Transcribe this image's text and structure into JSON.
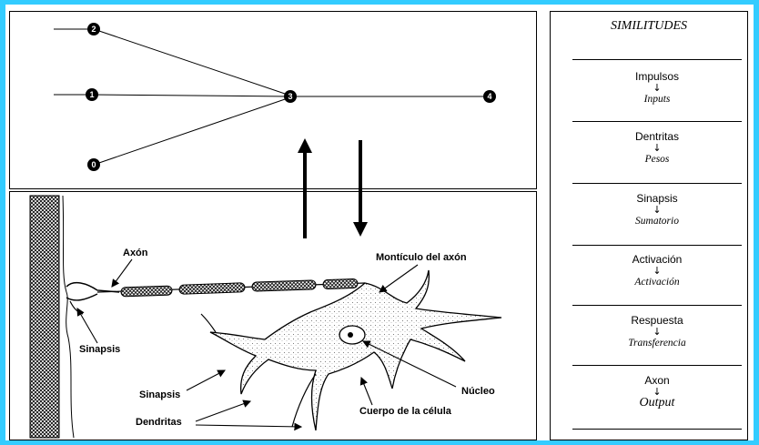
{
  "network": {
    "nodes": [
      {
        "id": "2",
        "label": "2"
      },
      {
        "id": "1",
        "label": "1"
      },
      {
        "id": "0",
        "label": "0"
      },
      {
        "id": "3",
        "label": "3"
      },
      {
        "id": "4",
        "label": "4"
      }
    ]
  },
  "neuron": {
    "labels": {
      "axon": "Axón",
      "axon_hillock": "Montículo del axón",
      "synapse_1": "Sinapsis",
      "synapse_2": "Sinapsis",
      "nucleus": "Núcleo",
      "dendrites": "Dendritas",
      "cell_body": "Cuerpo de la célula"
    }
  },
  "similitudes": {
    "title": "SIMILITUDES",
    "arrow": "↓",
    "items": [
      {
        "biological": "Impulsos",
        "artificial": "Inputs"
      },
      {
        "biological": "Dentritas",
        "artificial": "Pesos"
      },
      {
        "biological": "Sinapsis",
        "artificial": "Sumatorio"
      },
      {
        "biological": "Activación",
        "artificial": "Activación"
      },
      {
        "biological": "Respuesta",
        "artificial": "Transferencia"
      },
      {
        "biological": "Axon",
        "artificial": "Output"
      }
    ]
  },
  "colors": {
    "frame": "#33ccff",
    "ink": "#000000"
  }
}
